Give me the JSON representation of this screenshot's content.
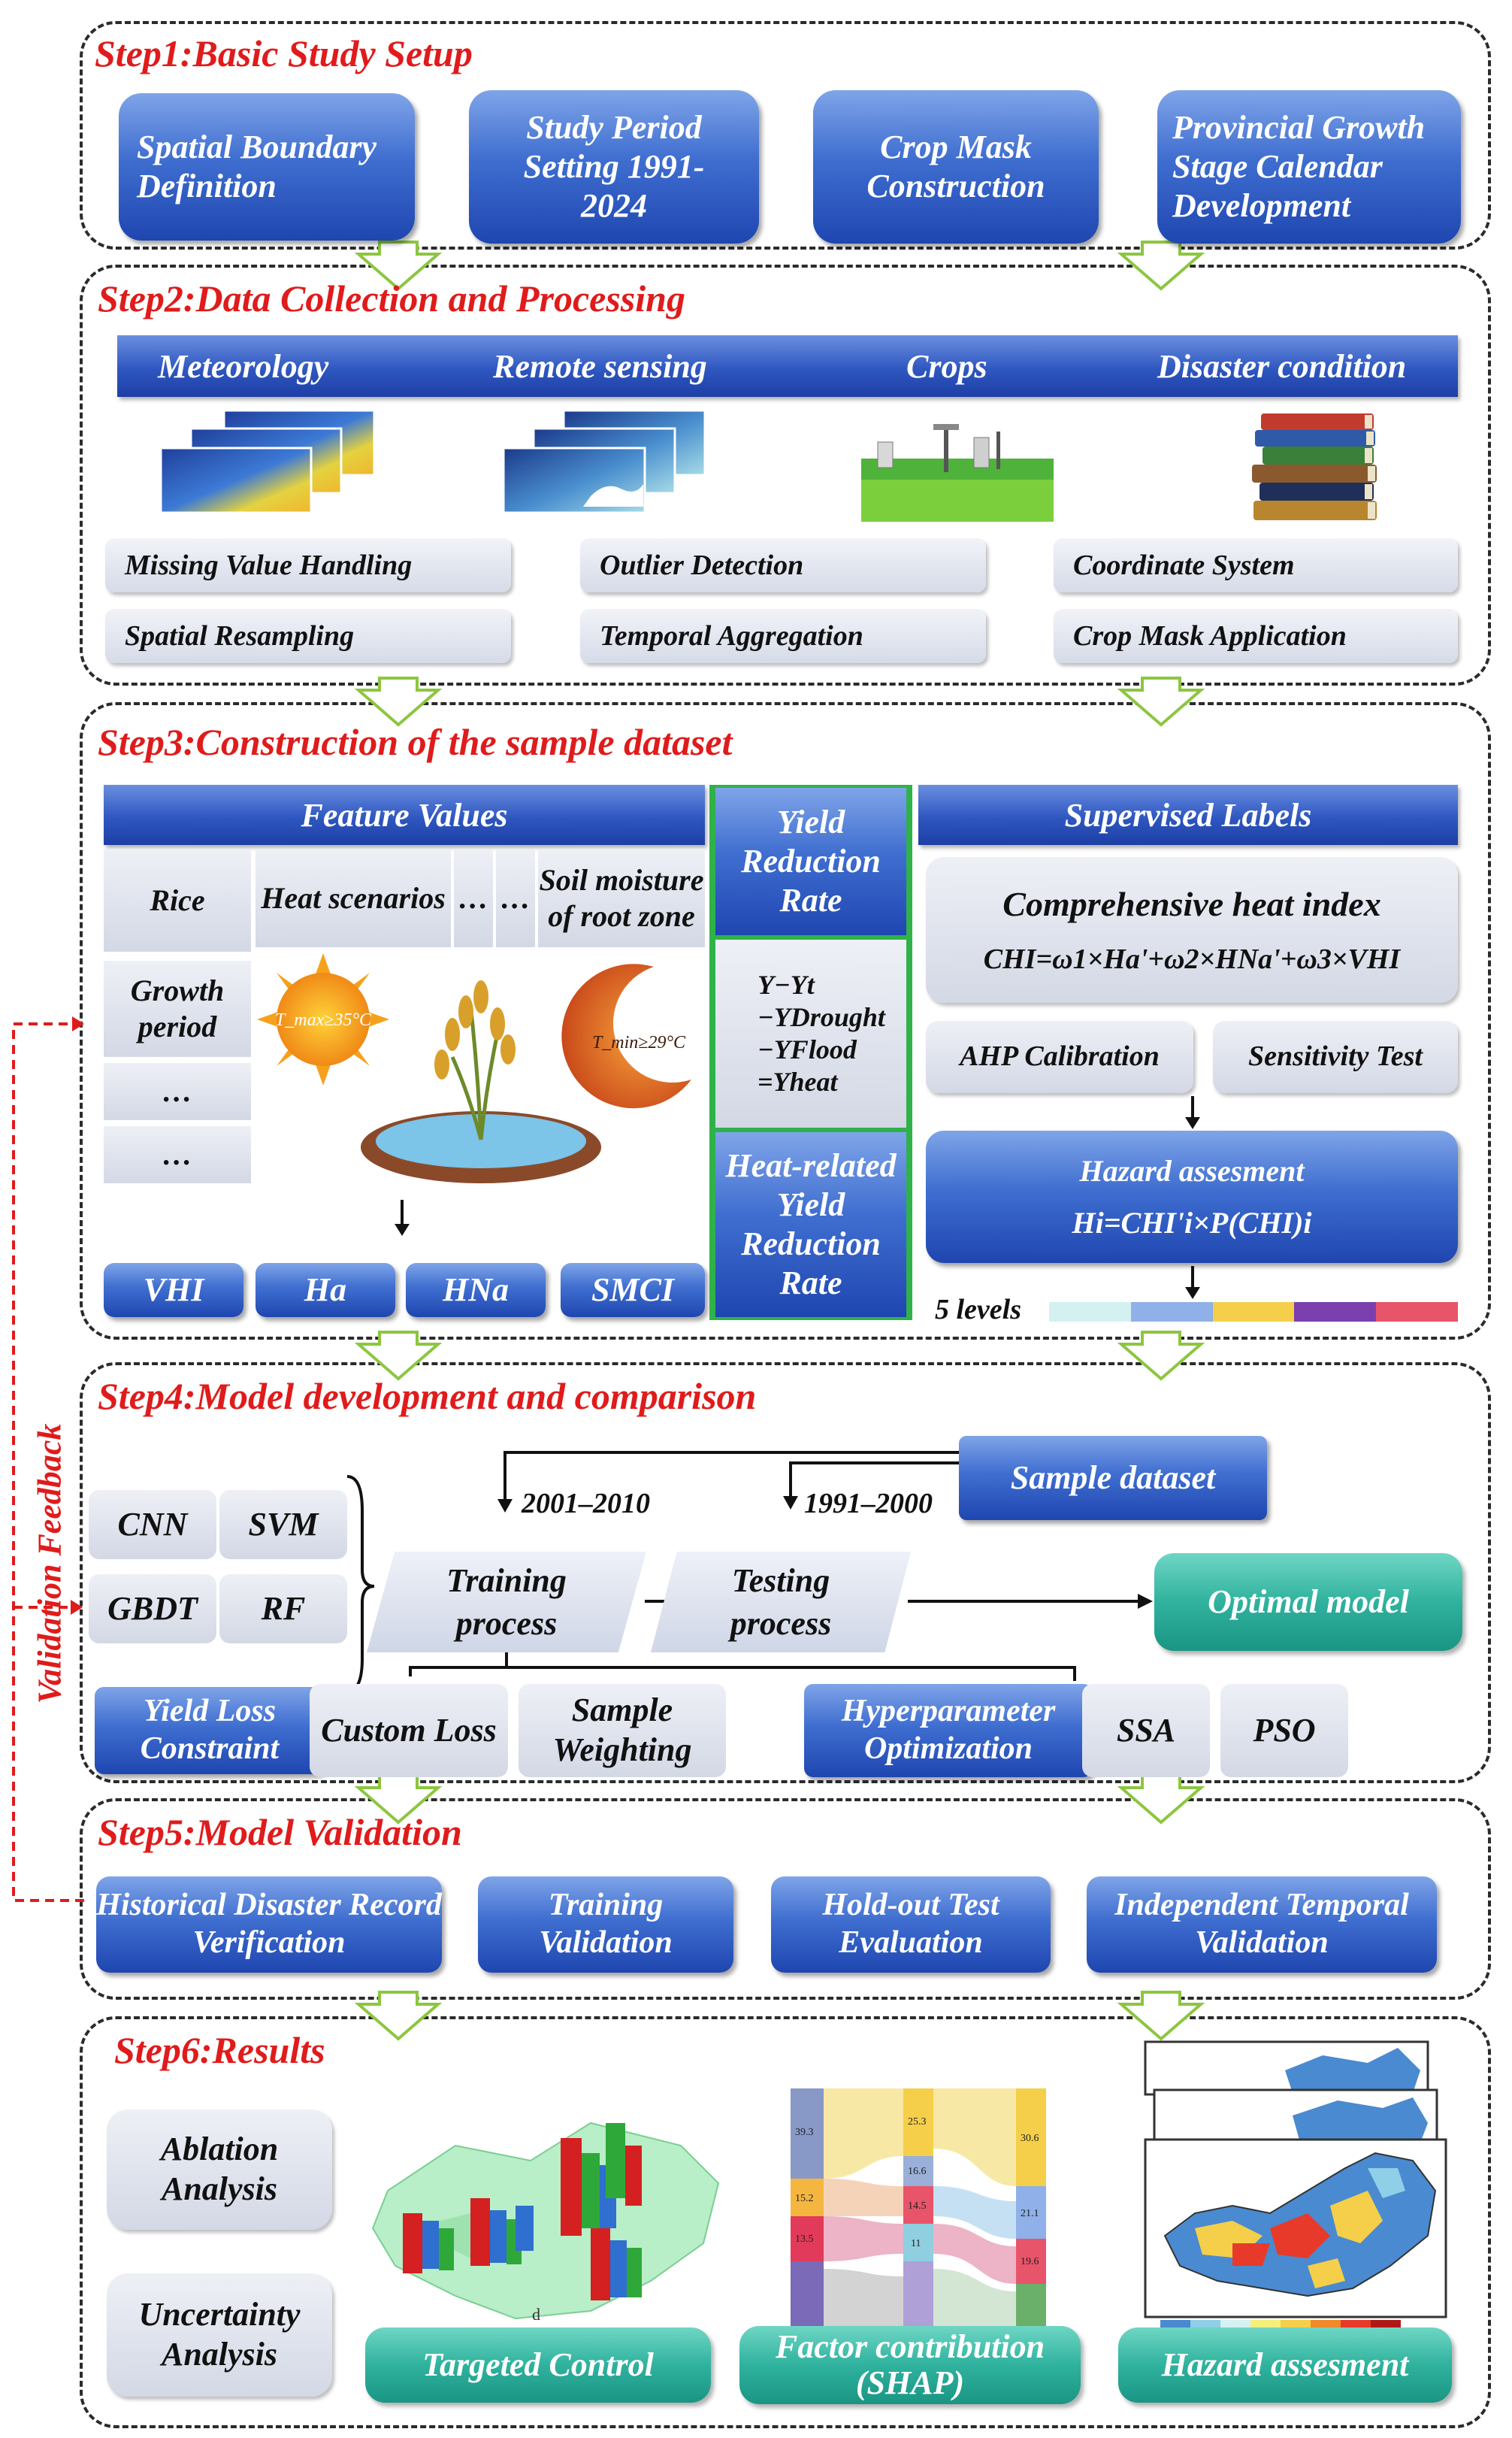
{
  "step1": {
    "title": "Step1:Basic Study Setup",
    "boxes": [
      "Spatial Boundary Definition",
      "Study Period Setting 1991-2024",
      "Crop Mask Construction",
      "Provincial Growth Stage Calendar Development"
    ]
  },
  "step2": {
    "title": "Step2:Data Collection and Processing",
    "categories": [
      "Meteorology",
      "Remote sensing",
      "Crops",
      "Disaster condition"
    ],
    "processing": [
      "Missing Value Handling",
      "Outlier Detection",
      "Coordinate System",
      "Spatial Resampling",
      "Temporal Aggregation",
      "Crop Mask Application"
    ]
  },
  "step3": {
    "title": "Step3:Construction of the sample dataset",
    "feature_header": "Feature Values",
    "rice": "Rice",
    "heat_scenarios": "Heat scenarios",
    "dots": "…",
    "soil_moisture": "Soil moisture of root zone",
    "growth_period": "Growth period",
    "tmax_label": "T_max≥35°C",
    "tmin_label": "T_min≥29°C",
    "features": [
      "VHI",
      "Ha",
      "HNa",
      "SMCI"
    ],
    "yield_reduction_rate": "Yield Reduction Rate",
    "formula_lines": [
      "Y−Yt",
      "−YDrought",
      "−YFlood",
      "=Yheat"
    ],
    "heat_related": "Heat-related Yield Reduction Rate",
    "supervised_labels": "Supervised Labels",
    "chi_title": "Comprehensive heat index",
    "chi_formula": "CHI=ω1×Ha'+ω2×HNa'+ω3×VHI",
    "ahp": "AHP Calibration",
    "sensitivity": "Sensitivity Test",
    "hazard_title": "Hazard assesment",
    "hazard_formula": "Hi=CHI'i×P(CHI)i",
    "levels_label": "5 levels",
    "level_colors": [
      "#d4f1f1",
      "#8fb0e8",
      "#f5cf4a",
      "#7b3fb0",
      "#e8546a"
    ]
  },
  "step4": {
    "title": "Step4:Model development and comparison",
    "models": [
      "CNN",
      "SVM",
      "GBDT",
      "RF"
    ],
    "period_train": "2001–2010",
    "period_test": "1991–2000",
    "sample_dataset": "Sample dataset",
    "training": "Training process",
    "testing": "Testing process",
    "optimal": "Optimal model",
    "yield_loss": "Yield Loss Constraint",
    "custom_loss": "Custom Loss",
    "sample_weighting": "Sample Weighting",
    "hyperparameter": "Hyperparameter Optimization",
    "ssa": "SSA",
    "pso": "PSO"
  },
  "step5": {
    "title": "Step5:Model Validation",
    "boxes": [
      "Historical Disaster Record Verification",
      "Training Validation",
      "Hold-out Test Evaluation",
      "Independent Temporal Validation"
    ]
  },
  "step6": {
    "title": "Step6:Results",
    "ablation": "Ablation Analysis",
    "uncertainty": "Uncertainty Analysis",
    "targeted": "Targeted Control",
    "factor": "Factor contribution (SHAP)",
    "hazard": "Hazard assesment",
    "chart_letter": "d",
    "shap_values_left": [
      "39.3",
      "15.2",
      "13.5"
    ],
    "shap_values_mid": [
      "25.3",
      "16.6",
      "14.5",
      "11"
    ],
    "shap_values_right": [
      "30.6",
      "21.1",
      "19.6"
    ]
  },
  "feedback": "Validation Feedback",
  "colors": {
    "accent_red": "#e01b1b",
    "blue": "#2f57c0",
    "teal": "#2fb29e"
  }
}
